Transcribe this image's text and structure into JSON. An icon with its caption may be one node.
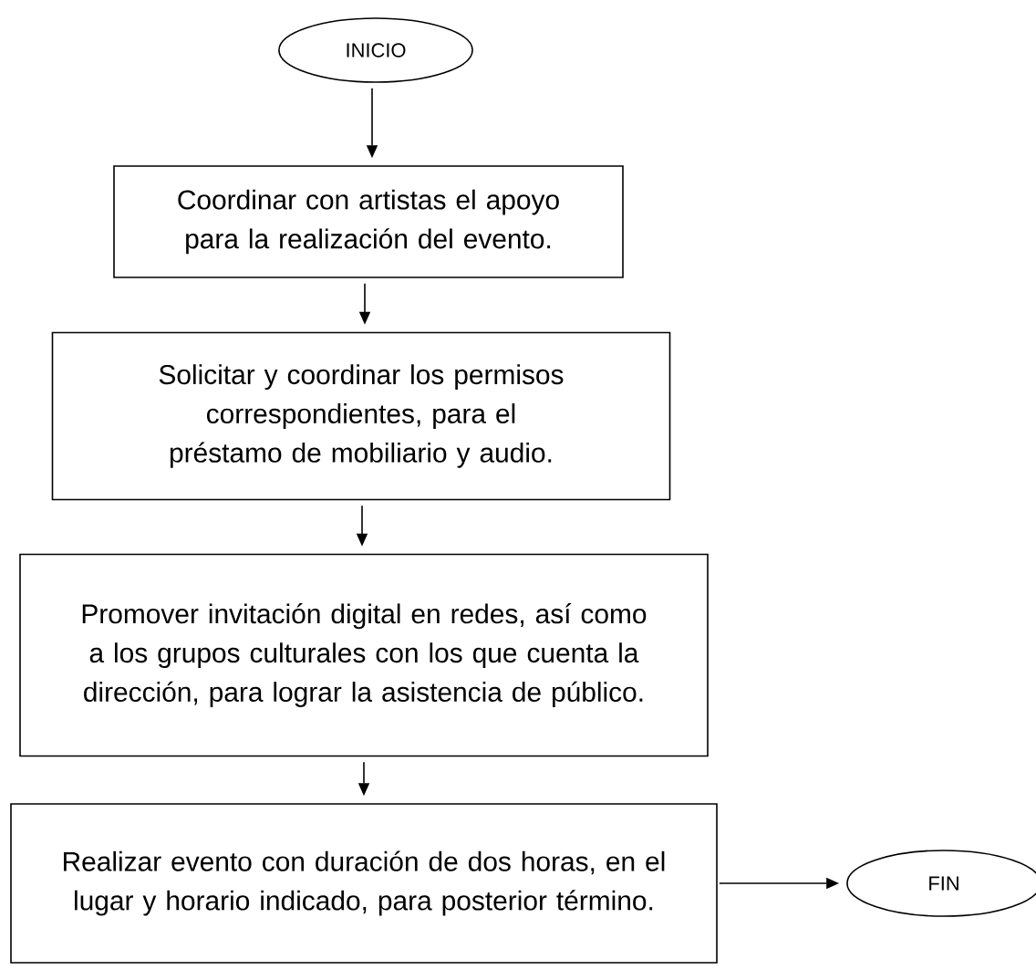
{
  "diagram": {
    "nodes": [
      {
        "text": [
          "INICIO"
        ]
      },
      {
        "text": [
          "Coordinar con artistas el apoyo para la realización del evento."
        ]
      },
      {
        "text": [
          "Solicitar y coordinar los permisos correspondientes, para el préstamo de mobiliario y audio."
        ]
      },
      {
        "text": [
          "Promover invitación digital en redes, así como a los grupos culturales con los que cuenta la dirección, para lograr la asistencia de público."
        ]
      },
      {
        "text": [
          "Realizar evento con duración de dos horas, en el lugar y horario indicado, para posterior término."
        ]
      },
      {
        "text": [
          "FIN"
        ]
      }
    ],
    "edges": [
      {
        "from": 0,
        "to": 1,
        "arrow": "to"
      },
      {
        "from": 1,
        "to": 2,
        "arrow": "to"
      },
      {
        "from": 2,
        "to": 3,
        "arrow": "to"
      },
      {
        "from": 3,
        "to": 4,
        "arrow": "to"
      },
      {
        "from": 4,
        "to": 5,
        "arrow": "to"
      }
    ]
  }
}
